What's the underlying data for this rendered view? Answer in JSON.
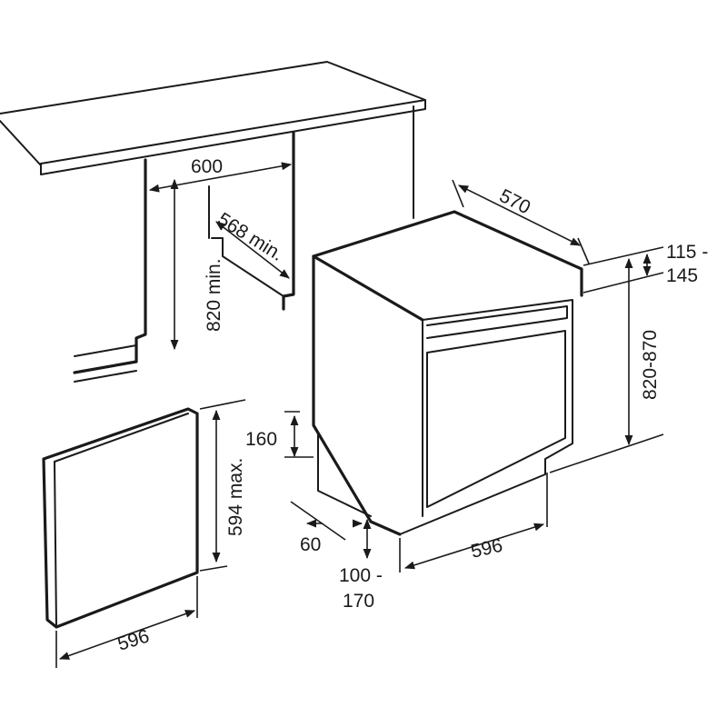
{
  "dimensions": {
    "niche_width": "600",
    "niche_depth": "568 min.",
    "niche_height": "820 min.",
    "appliance_depth": "570",
    "top_gap_a": "115 -",
    "top_gap_b": "145",
    "appliance_height": "820-870",
    "plinth_height": "160",
    "plinth_setback": "60",
    "feet_a": "100 -",
    "feet_b": "170",
    "appliance_width": "596",
    "panel_height": "594 max.",
    "panel_width": "596"
  },
  "colors": {
    "line": "#1a1a1a",
    "background": "#ffffff"
  }
}
